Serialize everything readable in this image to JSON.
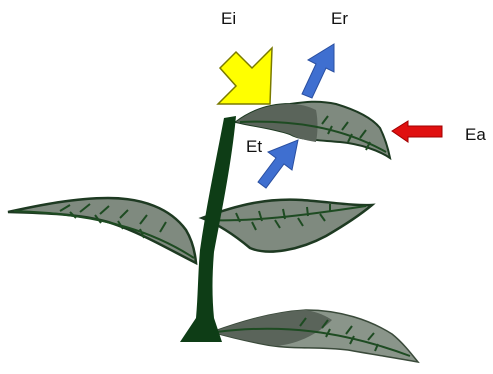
{
  "labels": {
    "ei": "Ei",
    "er": "Er",
    "et": "Et",
    "ea": "Ea"
  },
  "colors": {
    "background": "#ffffff",
    "stem": "#0e3d16",
    "leaf_light": "#7f8a7f",
    "leaf_dark": "#5a645a",
    "leaf_vein": "#1e4b22",
    "arrow_incident": "#ffff00",
    "arrow_reflected": "#3f6fd0",
    "arrow_transmitted": "#3f6fd0",
    "arrow_absorbed": "#e01010"
  },
  "icons": {
    "incident_arrow": "down-left-arrow",
    "reflected_arrow": "up-right-arrow",
    "transmitted_arrow": "up-right-arrow",
    "absorbed_arrow": "left-arrow"
  }
}
